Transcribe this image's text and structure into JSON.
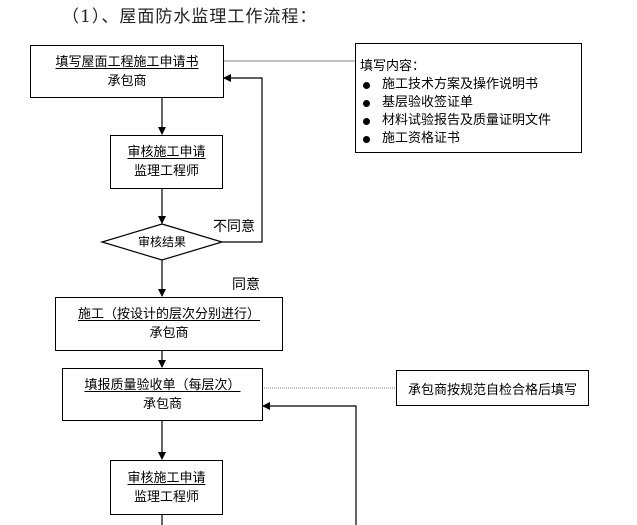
{
  "title": "（1）、屋面防水监理工作流程：",
  "steps": [
    {
      "action": "填写屋面工程施工申请书",
      "role": "承包商"
    },
    {
      "action": "审核施工申请",
      "role": "监理工程师"
    },
    {
      "action": "施工（按设计的层次分别进行）",
      "role": "承包商"
    },
    {
      "action": "填报质量验收单（每层次）",
      "role": "承包商"
    },
    {
      "action": "审核施工申请",
      "role": "监理工程师"
    }
  ],
  "decision": {
    "label": "审核结果",
    "reject_label": "不同意",
    "approve_label": "同意"
  },
  "info_box": {
    "heading": "填写内容：",
    "items": [
      "施工技术方案及操作说明书",
      "基层验收签证单",
      "材料试验报告及质量证明文件",
      "施工资格证书"
    ]
  },
  "note": "承包商按规范自检合格后填写"
}
